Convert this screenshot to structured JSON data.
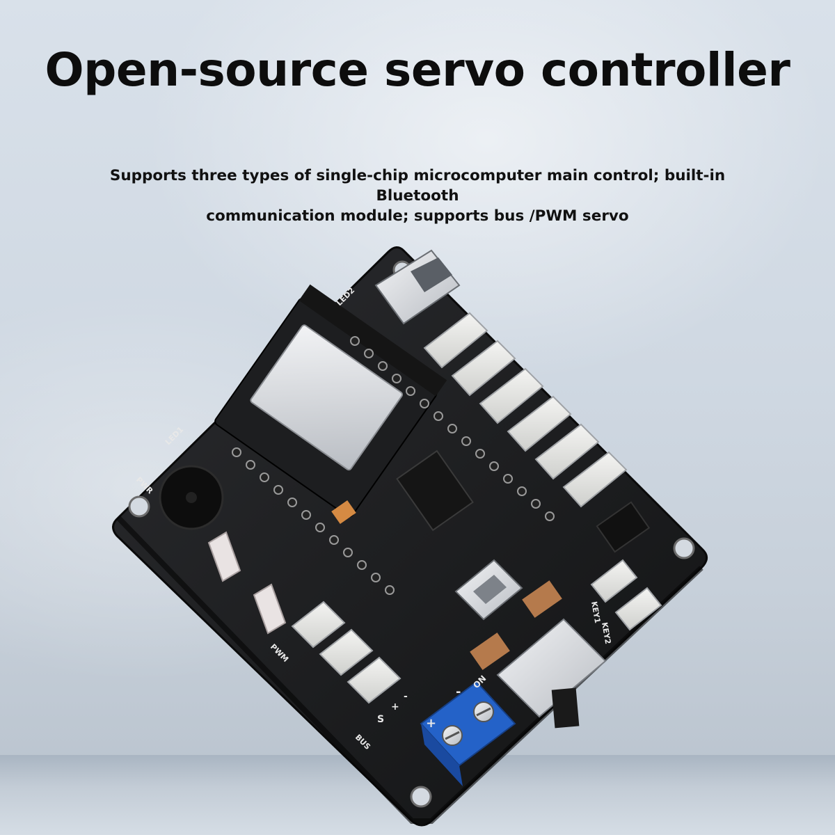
{
  "page": {
    "title": "Open-source servo controller",
    "subtitle_line1": "Supports three types of single-chip microcomputer main control; built-in Bluetooth",
    "subtitle_line2": "communication module; supports bus /PWM servo"
  },
  "board": {
    "silkscreen": {
      "led1": "LED1",
      "led2": "LED2",
      "pwr": "PWR",
      "pwm": "PWM",
      "bus": "BUS",
      "key1": "KEY1",
      "key2": "KEY2",
      "on": "ON",
      "plus": "+",
      "minus": "-",
      "s": "S"
    }
  }
}
